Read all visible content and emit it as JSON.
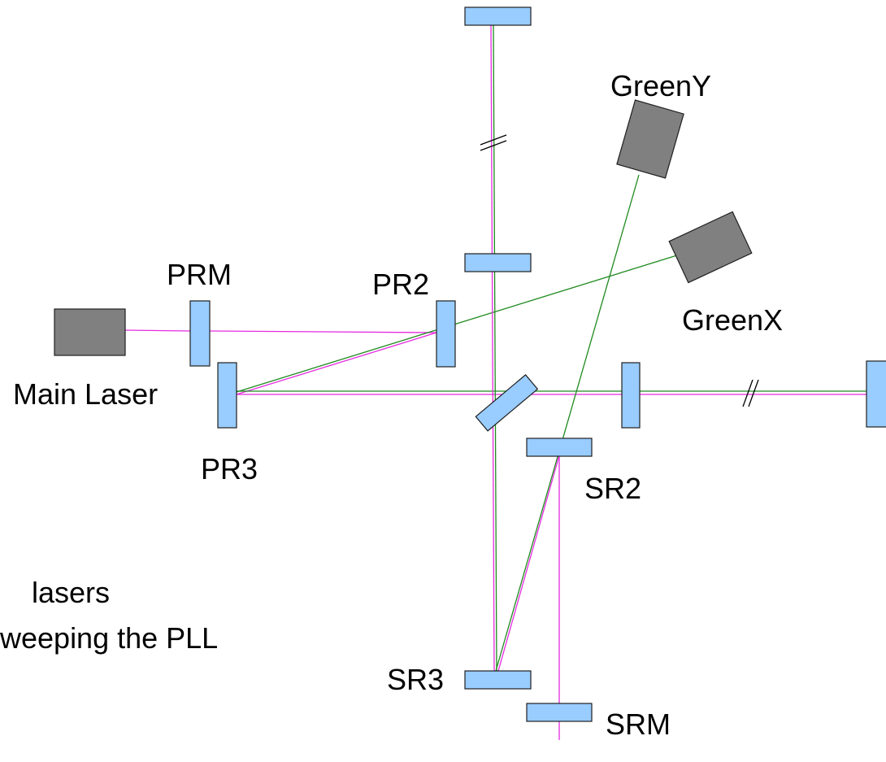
{
  "colors": {
    "background": "#ffffff",
    "mirror": "#99ccff",
    "laser_body": "#808080",
    "beam_main": "#e52be0",
    "beam_green": "#1f8a1f",
    "outline": "#1f1f1f"
  },
  "labels": {
    "greeny": "GreenY",
    "greenx": "GreenX",
    "prm": "PRM",
    "pr2": "PR2",
    "pr3": "PR3",
    "main_laser": "Main Laser",
    "sr2": "SR2",
    "sr3": "SR3",
    "srm": "SRM"
  },
  "notes": {
    "line1": "lasers",
    "line2": "weeping the PLL"
  }
}
